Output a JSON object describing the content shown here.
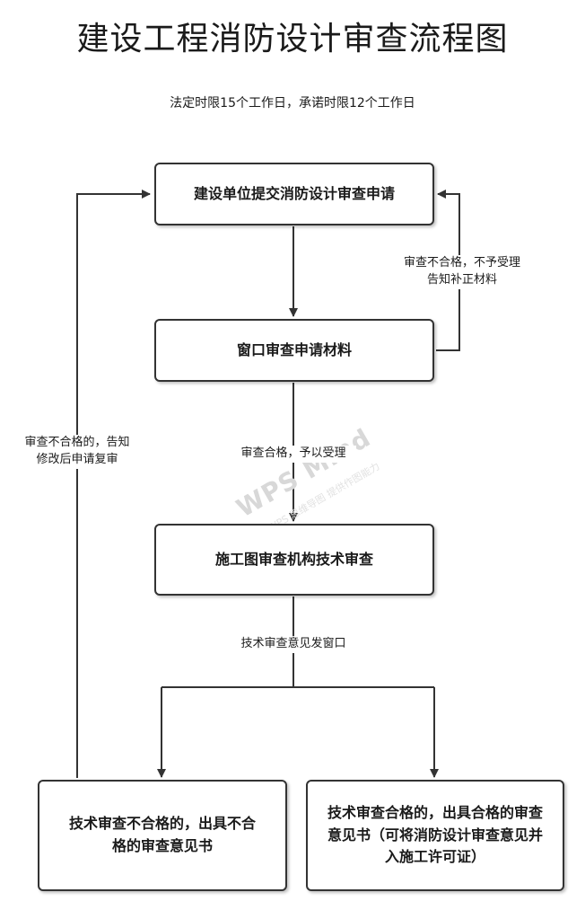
{
  "title": "建设工程消防设计审查流程图",
  "subtitle": "法定时限15个工作日，承诺时限12个工作日",
  "nodes": {
    "submit": "建设单位提交消防设计审查申请",
    "window_review": "窗口审查申请材料",
    "tech_review": "施工图审查机构技术审查",
    "fail": "技术审查不合格的，出具不合格的审查意见书",
    "pass": "技术审查合格的，出具合格的审查意见书（可将消防设计审查意见并入施工许可证）"
  },
  "edges": {
    "reject_supplement": [
      "审查不合格，不予受理",
      "告知补正材料"
    ],
    "accept": "审查合格，予以受理",
    "send_to_window": "技术审查意见发窗口",
    "fail_resubmit": [
      "审查不合格的，告知",
      "修改后申请复审"
    ]
  },
  "watermark": {
    "brand": "WPS Mind",
    "tagline": "WPS 思维导图 提供作图能力"
  },
  "colors": {
    "line": "#333333",
    "watermark": "#d8d8d8"
  }
}
